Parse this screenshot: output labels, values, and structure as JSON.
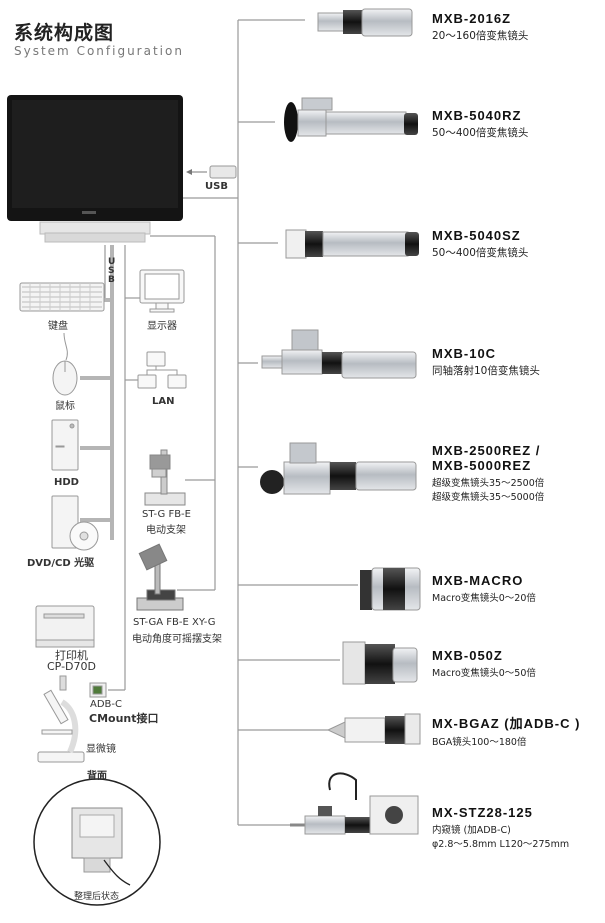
{
  "header": {
    "title_cn": "系统构成图",
    "title_en": "System Configuration"
  },
  "connections": {
    "usb_label": "USB",
    "usb_label_vertical": "USB"
  },
  "peripherals": {
    "keyboard": "键盘",
    "monitor": "显示器",
    "mouse": "鼠标",
    "lan": "LAN",
    "hdd": "HDD",
    "dvd": "DVD/CD 光驱",
    "stand_model": "ST-G  FB-E",
    "stand_name": "电动支架",
    "angle_stand_model": "ST-GA  FB-E  XY-G",
    "angle_stand_name": "电动角度可摇摆支架",
    "printer_name": "打印机",
    "printer_model": "CP-D70D",
    "adapter_model": "ADB-C",
    "adapter_name": "CMount接口",
    "microscope": "显微镜",
    "back_title": "背面",
    "back_caption": "整理后状态"
  },
  "lenses": [
    {
      "model": "MXB-2016Z",
      "desc": [
        "20～160倍变焦镜头"
      ]
    },
    {
      "model": "MXB-5040RZ",
      "desc": [
        "50～400倍变焦镜头"
      ]
    },
    {
      "model": "MXB-5040SZ",
      "desc": [
        "50～400倍变焦镜头"
      ]
    },
    {
      "model": "MXB-10C",
      "desc": [
        "同轴落射10倍变焦镜头"
      ]
    },
    {
      "model": "MXB-2500REZ /",
      "model2": "MXB-5000REZ",
      "desc": [
        "超级变焦镜头35～2500倍",
        "超级变焦镜头35～5000倍"
      ]
    },
    {
      "model": "MXB-MACRO",
      "desc": [
        "Macro变焦镜头0～20倍"
      ]
    },
    {
      "model": "MXB-050Z",
      "desc": [
        "Macro变焦镜头0～50倍"
      ]
    },
    {
      "model": "MX-BGAZ (加ADB-C )",
      "desc": [
        "BGA镜头100～180倍"
      ]
    },
    {
      "model": "MX-STZ28-125",
      "desc": [
        "内窥镜 (加ADB-C)",
        "φ2.8～5.8mm L120～275mm"
      ]
    }
  ],
  "colors": {
    "line": "#9a9a9a",
    "lens_silver": "#c9cdd2",
    "lens_dark": "#2a2a2a",
    "monitor": "#141414"
  }
}
